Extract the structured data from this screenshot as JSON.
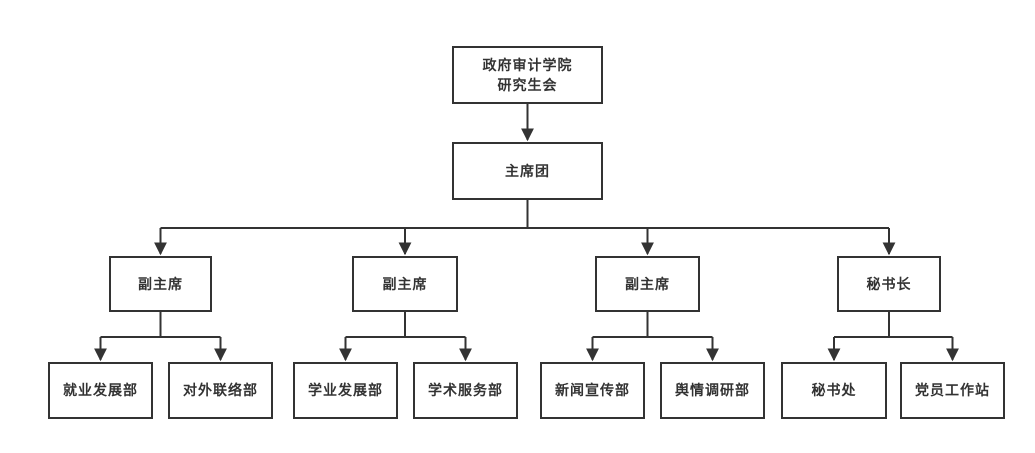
{
  "diagram": {
    "type": "org-chart",
    "colors": {
      "background": "#ffffff",
      "line": "#333333",
      "box_border": "#333333",
      "box_fill": "#ffffff",
      "text": "#333333"
    },
    "nodes": {
      "root": {
        "label": "政府审计学院\n研究生会"
      },
      "presidium": {
        "label": "主席团"
      },
      "vice1": {
        "label": "副主席"
      },
      "vice2": {
        "label": "副主席"
      },
      "vice3": {
        "label": "副主席"
      },
      "secgen": {
        "label": "秘书长"
      },
      "d1": {
        "label": "就业发展部"
      },
      "d2": {
        "label": "对外联络部"
      },
      "d3": {
        "label": "学业发展部"
      },
      "d4": {
        "label": "学术服务部"
      },
      "d5": {
        "label": "新闻宣传部"
      },
      "d6": {
        "label": "舆情调研部"
      },
      "d7": {
        "label": "秘书处"
      },
      "d8": {
        "label": "党员工作站"
      }
    },
    "edges": [
      {
        "from": "root",
        "to": "presidium"
      },
      {
        "from": "presidium",
        "to": "vice1"
      },
      {
        "from": "presidium",
        "to": "vice2"
      },
      {
        "from": "presidium",
        "to": "vice3"
      },
      {
        "from": "presidium",
        "to": "secgen"
      },
      {
        "from": "vice1",
        "to": "d1"
      },
      {
        "from": "vice1",
        "to": "d2"
      },
      {
        "from": "vice2",
        "to": "d3"
      },
      {
        "from": "vice2",
        "to": "d4"
      },
      {
        "from": "vice3",
        "to": "d5"
      },
      {
        "from": "vice3",
        "to": "d6"
      },
      {
        "from": "secgen",
        "to": "d7"
      },
      {
        "from": "secgen",
        "to": "d8"
      }
    ]
  }
}
